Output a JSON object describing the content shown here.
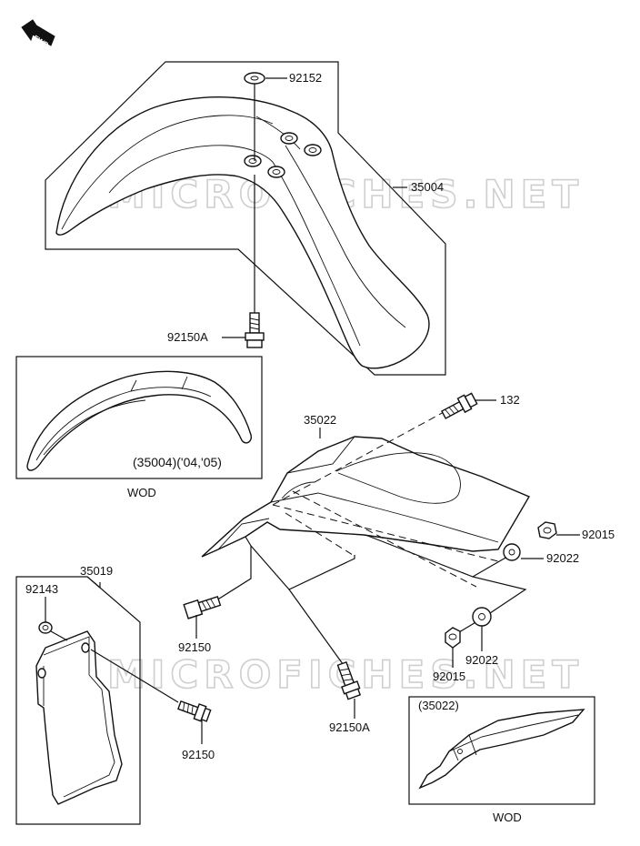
{
  "direction_badge": "FWD",
  "watermarks": [
    "MICROFICHES.NET",
    "MICROFICHES.NET"
  ],
  "callouts": {
    "p92152": "92152",
    "p35004": "35004",
    "p92150A_top": "92150A",
    "p35004_inset": "(35004)('04,'05)",
    "wod_1": "WOD",
    "p35022": "35022",
    "p132": "132",
    "p92015_right": "92015",
    "p92022_right": "92022",
    "p35019": "35019",
    "p92143": "92143",
    "p92150_mid": "92150",
    "p92022_low": "92022",
    "p92015_low": "92015",
    "p92150A_low": "92150A",
    "p92150_bottom": "92150",
    "p35022_inset": "(35022)",
    "wod_2": "WOD"
  }
}
